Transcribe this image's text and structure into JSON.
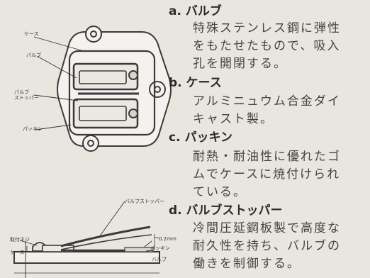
{
  "diagram": {
    "top_labels": {
      "case": "ケース",
      "valve": "バルブ",
      "valve_stopper": "バルブ\nストッパー",
      "packing": "パッキン"
    },
    "side_labels": {
      "valve_stopper": "バルブストッパー",
      "fixing_screw": "取付ネジ",
      "gap": "0.2mm",
      "case": "ケース",
      "packing": "パッキン",
      "valve": "バルブ"
    }
  },
  "items": [
    {
      "heading": "a. バルブ",
      "lines": [
        "特殊ステンレス鋼に弾性",
        "をもたせたもので、吸入",
        "孔を開閉する。"
      ]
    },
    {
      "heading": "b. ケース",
      "lines": [
        "アルミニュウム合金ダイ",
        "キャスト製。"
      ]
    },
    {
      "heading": "c. パッキン",
      "lines": [
        "耐熱・耐油性に優れたゴ",
        "ムでケースに焼付けられ",
        "ている。"
      ]
    },
    {
      "heading": "d. バルブストッパー",
      "lines": [
        "冷間圧延鋼板製で高度な",
        "耐久性を持ち、バルブの",
        "働きを制御する。"
      ]
    }
  ]
}
